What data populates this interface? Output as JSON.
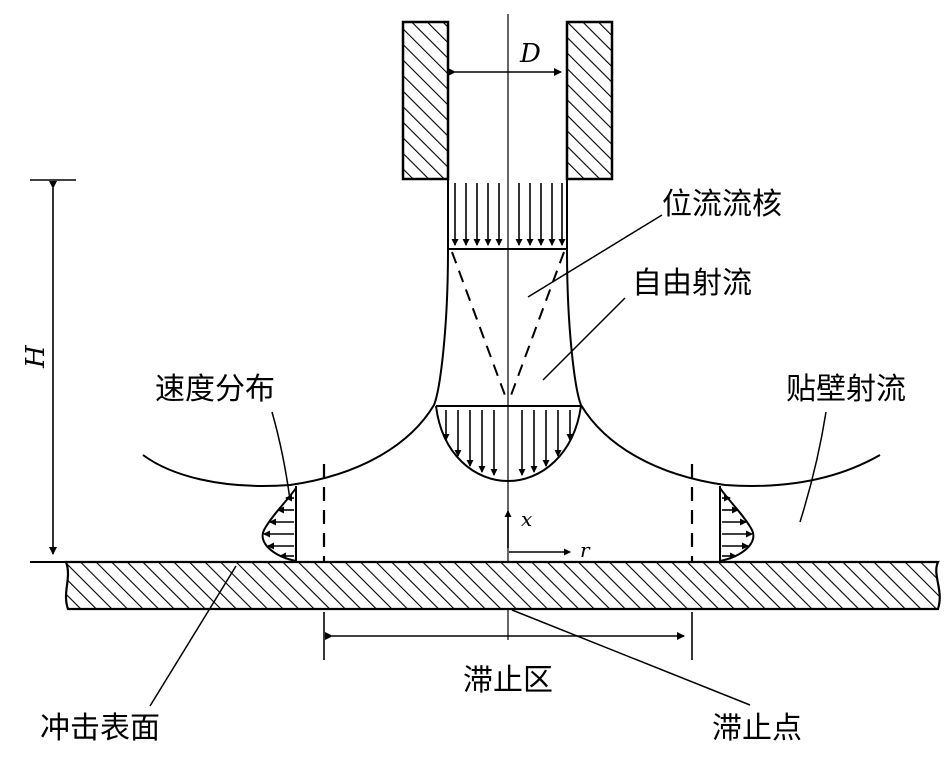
{
  "diagram": {
    "labels": {
      "nozzle_diameter": "D",
      "nozzle_height": "H",
      "potential_core": "位流流核",
      "free_jet": "自由射流",
      "velocity_profile": "速度分布",
      "wall_jet": "贴壁射流",
      "stagnation_region": "滞止区",
      "stagnation_point": "滞止点",
      "impingement_surface": "冲击表面",
      "axis_x": "x",
      "axis_r": "r"
    }
  }
}
